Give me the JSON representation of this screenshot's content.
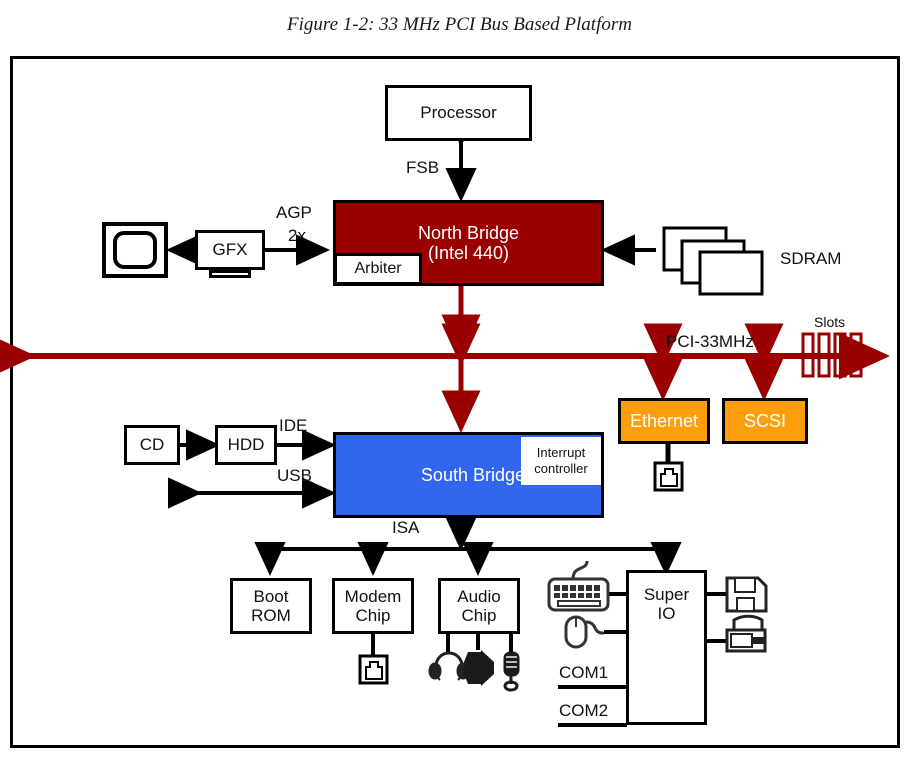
{
  "figure": {
    "title": "Figure 1-2: 33 MHz PCI Bus Based Platform"
  },
  "colors": {
    "north_bridge": "#9B0000",
    "south_bridge": "#3366EE",
    "pci_bus": "#9B0000",
    "peripheral_orange": "#FF9E0D",
    "outline": "#000000",
    "page_background": "#FFFFFF"
  },
  "blocks": {
    "processor": "Processor",
    "north_bridge_line1": "North Bridge",
    "north_bridge_line2": "(Intel 440)",
    "arbiter": "Arbiter",
    "gfx": "GFX",
    "sdram": "SDRAM",
    "south_bridge": "South Bridge",
    "interrupt_controller_line1": "Interrupt",
    "interrupt_controller_line2": "controller",
    "ethernet": "Ethernet",
    "scsi": "SCSI",
    "cd": "CD",
    "hdd": "HDD",
    "boot_rom_line1": "Boot",
    "boot_rom_line2": "ROM",
    "modem_chip_line1": "Modem",
    "modem_chip_line2": "Chip",
    "audio_chip_line1": "Audio",
    "audio_chip_line2": "Chip",
    "super_io_line1": "Super",
    "super_io_line2": "IO"
  },
  "bus_labels": {
    "fsb": "FSB",
    "agp_line1": "AGP",
    "agp_line2": "2x",
    "pci": "PCI-33MHz",
    "slots": "Slots",
    "ide": "IDE",
    "usb": "USB",
    "isa": "ISA",
    "com1": "COM1",
    "com2": "COM2"
  },
  "icons": {
    "monitor": "monitor-icon",
    "sdram_stack": "memory-stack-icon",
    "ethernet_jack": "rj45-jack-icon",
    "modem_jack": "rj11-jack-icon",
    "headphones": "headphones-icon",
    "speaker": "speaker-icon",
    "microphone": "microphone-icon",
    "keyboard": "keyboard-icon",
    "mouse": "mouse-icon",
    "floppy": "floppy-disk-icon",
    "printer": "printer-icon"
  }
}
